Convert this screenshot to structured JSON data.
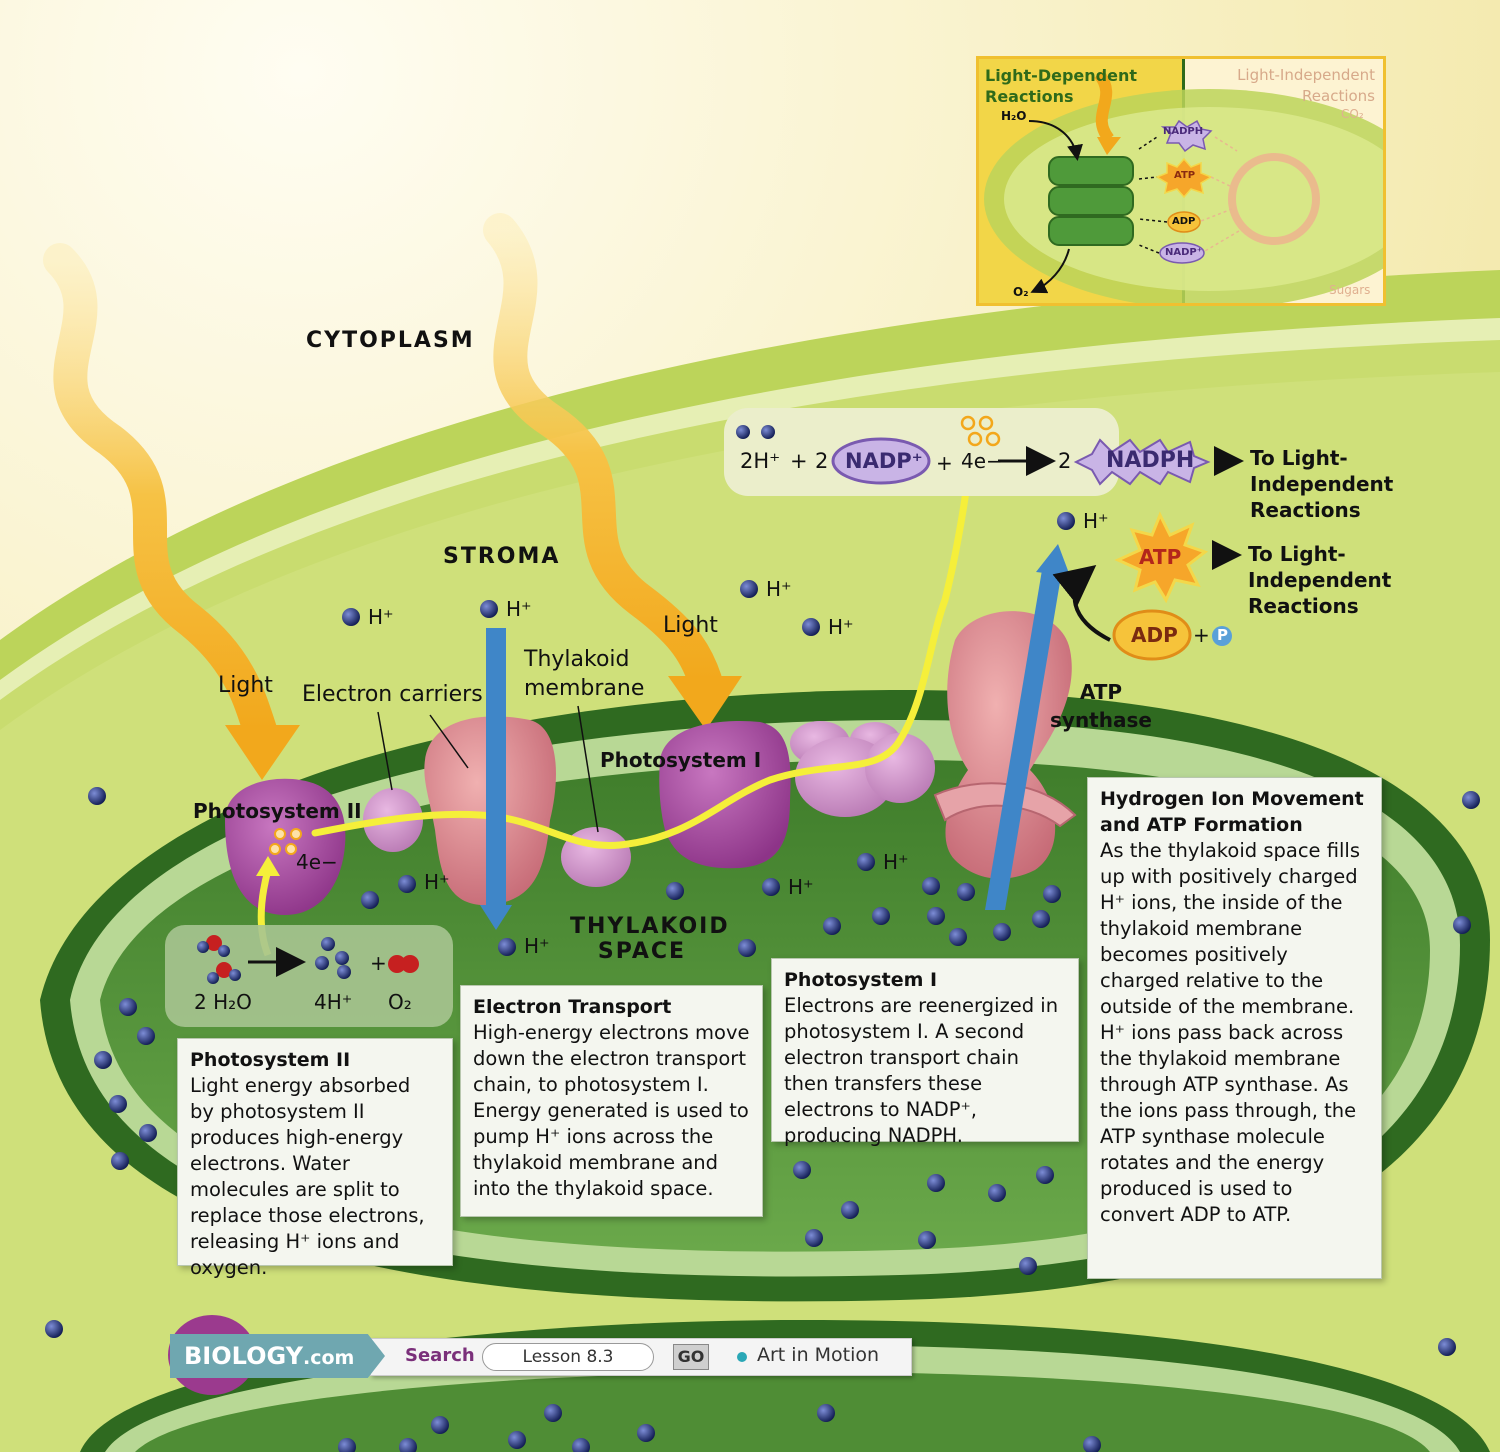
{
  "regions": {
    "cytoplasm": "CYTOPLASM",
    "stroma": "STROMA",
    "thylakoid_space_1": "THYLAKOID",
    "thylakoid_space_2": "SPACE"
  },
  "labels": {
    "light_1": "Light",
    "light_2": "Light",
    "electron_carriers": "Electron carriers",
    "thylakoid_membrane_1": "Thylakoid",
    "thylakoid_membrane_2": "membrane",
    "photosystem_ii": "Photosystem II",
    "photosystem_i": "Photosystem I",
    "four_e": "4e−",
    "atp_synthase_1": "ATP",
    "atp_synthase_2": "synthase",
    "h_ion": "H⁺"
  },
  "water_split": {
    "h2o": "2 H₂O",
    "h": "4H⁺",
    "o2": "O₂",
    "plus": "+"
  },
  "nadph_equation": {
    "h": "2H⁺",
    "plus1": "+",
    "coef": "2",
    "nadp": "NADP⁺",
    "plus2": "+",
    "electrons": "4e−",
    "coef2": "2",
    "nadph": "NADPH"
  },
  "atp": {
    "atp": "ATP",
    "adp": "ADP",
    "plus": "+",
    "p": "P"
  },
  "destinations": {
    "nadph_1": "To Light-",
    "nadph_2": "Independent",
    "nadph_3": "Reactions",
    "atp_1": "To Light-",
    "atp_2": "Independent",
    "atp_3": "Reactions"
  },
  "textboxes": {
    "photosystem_ii": {
      "title": "Photosystem II",
      "body": "Light energy absorbed by photosystem II produces high-energy electrons. Water molecules are split to replace those electrons, releasing H⁺ ions and oxygen."
    },
    "electron_transport": {
      "title": "Electron Transport",
      "body": "High-energy electrons move down the electron transport chain, to photosystem I. Energy generated is used to pump H⁺ ions across the thylakoid membrane and into the thylakoid space."
    },
    "photosystem_i": {
      "title": "Photosystem I",
      "body": "Electrons are reenergized in photosystem I. A second electron transport chain then transfers these electrons to NADP⁺, producing NADPH."
    },
    "hydrogen_ion": {
      "title": "Hydrogen Ion Movement and ATP Formation",
      "body": "As the thylakoid space fills up with positively charged H⁺ ions, the inside of the thylakoid membrane becomes positively charged relative to the outside of the membrane. H⁺ ions pass back across the thylakoid membrane through ATP synthase. As the ions pass through, the ATP synthase molecule rotates and the energy produced is used to convert ADP to ATP."
    }
  },
  "inset": {
    "left_title_1": "Light-Dependent",
    "left_title_2": "Reactions",
    "right_title_1": "Light-Independent",
    "right_title_2": "Reactions",
    "h2o": "H₂O",
    "o2": "O₂",
    "co2": "CO₂",
    "sugars": "Sugars",
    "nadph": "NADPH",
    "atp": "ATP",
    "adp": "ADP",
    "nadp": "NADP⁺"
  },
  "nav": {
    "logo_main": "BIOLOGY",
    "logo_suffix": ".com",
    "search": "Search",
    "lesson": "Lesson 8.3",
    "go": "GO",
    "art": "Art in Motion"
  },
  "colors": {
    "background": "#fdf6d8",
    "stroma": "#cde07a",
    "thylakoid": "#5c9a3c",
    "photosystem": "#a84aa0",
    "carrier": "#c99ac0",
    "electron_path": "#f5ef3a",
    "h_ion": "#1c2a6a",
    "proton_arrow": "#3f86c8",
    "light": "#f3b32b"
  }
}
